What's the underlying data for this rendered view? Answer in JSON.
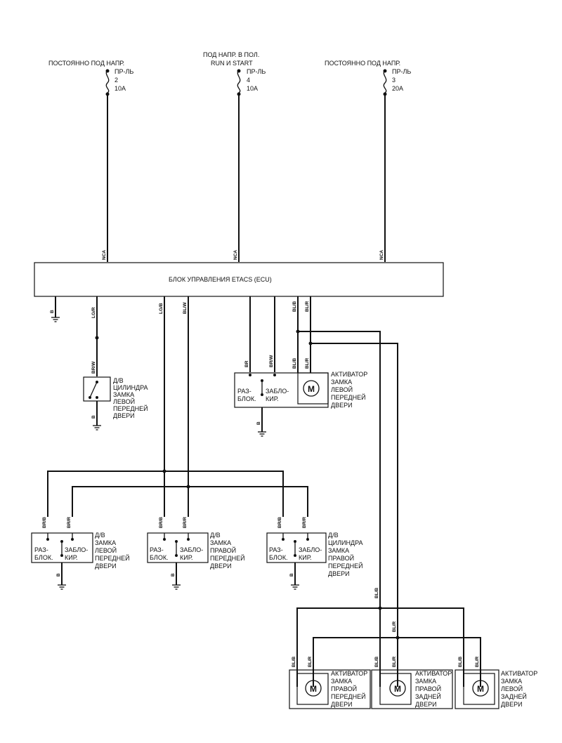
{
  "fuses": [
    {
      "supply": [
        "ПОСТОЯННО ПОД НАПР."
      ],
      "name": "ПР-ЛЬ",
      "num": "2",
      "rating": "10A"
    },
    {
      "supply": [
        "ПОД НАПР. В ПОЛ.",
        "RUN И   START"
      ],
      "name": "ПР-ЛЬ",
      "num": "4",
      "rating": "10A"
    },
    {
      "supply": [
        "ПОСТОЯННО ПОД НАПР."
      ],
      "name": "ПР-ЛЬ",
      "num": "3",
      "rating": "20A"
    }
  ],
  "ecu": {
    "label": "БЛОК УПРАВЛЕНИЯ ETACS (ECU)",
    "top_connectors": [
      "NCA",
      "NCA",
      "NCA"
    ],
    "bottom_wires": [
      "B",
      "LG/R",
      "LG/B",
      "BL/W",
      "BL/B",
      "BL/R"
    ]
  },
  "components": {
    "lf_cylinder_switch": {
      "label": [
        "Д/В",
        "ЦИЛИНДРА",
        "ЗАМКА",
        "ЛЕВОЙ",
        "ПЕРЕДНЕЙ",
        "ДВЕРИ"
      ],
      "wire_top": "BR/W",
      "wire_ground": "B"
    },
    "lf_actuator": {
      "label": [
        "АКТИВАТОР",
        "ЗАМКА",
        "ЛЕВОЙ",
        "ПЕРЕДНЕЙ",
        "ДВЕРИ"
      ],
      "unlock": [
        "РАЗ-",
        "БЛОК."
      ],
      "lock": [
        "ЗАБЛО-",
        "КИР."
      ],
      "wires": [
        "BR",
        "BR/W",
        "BL/B",
        "BL/R"
      ],
      "wire_ground": "B",
      "motor": "M"
    },
    "lf_lock_switch": {
      "label": [
        "Д/В",
        "ЗАМКА",
        "ЛЕВОЙ",
        "ПЕРЕДНЕЙ",
        "ДВЕРИ"
      ],
      "unlock": [
        "РАЗ-",
        "БЛОК."
      ],
      "lock": [
        "ЗАБЛО-",
        "КИР."
      ],
      "wires": [
        "BR/B",
        "BR/R"
      ],
      "wire_ground": "B"
    },
    "rf_lock_switch": {
      "label": [
        "Д/В",
        "ЗАМКА",
        "ПРАВОЙ",
        "ПЕРЕДНЕЙ",
        "ДВЕРИ"
      ],
      "unlock": [
        "РАЗ-",
        "БЛОК."
      ],
      "lock": [
        "ЗАБЛО-",
        "КИР."
      ],
      "wires": [
        "BR/B",
        "BR/R"
      ],
      "wire_ground": "B"
    },
    "rf_cylinder_switch": {
      "label": [
        "Д/В",
        "ЦИЛИНДРА",
        "ЗАМКА",
        "ПРАВОЙ",
        "ПЕРЕДНЕЙ",
        "ДВЕРИ"
      ],
      "unlock": [
        "РАЗ-",
        "БЛОК."
      ],
      "lock": [
        "ЗАБЛО-",
        "КИР."
      ],
      "wires": [
        "BR/B",
        "BR/R"
      ],
      "wire_ground": "B"
    },
    "rf_actuator": {
      "label": [
        "АКТИВАТОР",
        "ЗАМКА",
        "ПРАВОЙ",
        "ПЕРЕДНЕЙ",
        "ДВЕРИ"
      ],
      "wires": [
        "BL/B",
        "BL/R"
      ],
      "motor": "M"
    },
    "rr_actuator": {
      "label": [
        "АКТИВАТОР",
        "ЗАМКА",
        "ПРАВОЙ",
        "ЗАДНЕЙ",
        "ДВЕРИ"
      ],
      "wires": [
        "BL/B",
        "BL/R"
      ],
      "motor": "M"
    },
    "lr_actuator": {
      "label": [
        "АКТИВАТОР",
        "ЗАМКА",
        "ЛЕВОЙ",
        "ЗАДНЕЙ",
        "ДВЕРИ"
      ],
      "wires": [
        "BL/B",
        "BL/R"
      ],
      "motor": "M"
    }
  },
  "trunk_wires": [
    "BL/B",
    "BL/R"
  ]
}
